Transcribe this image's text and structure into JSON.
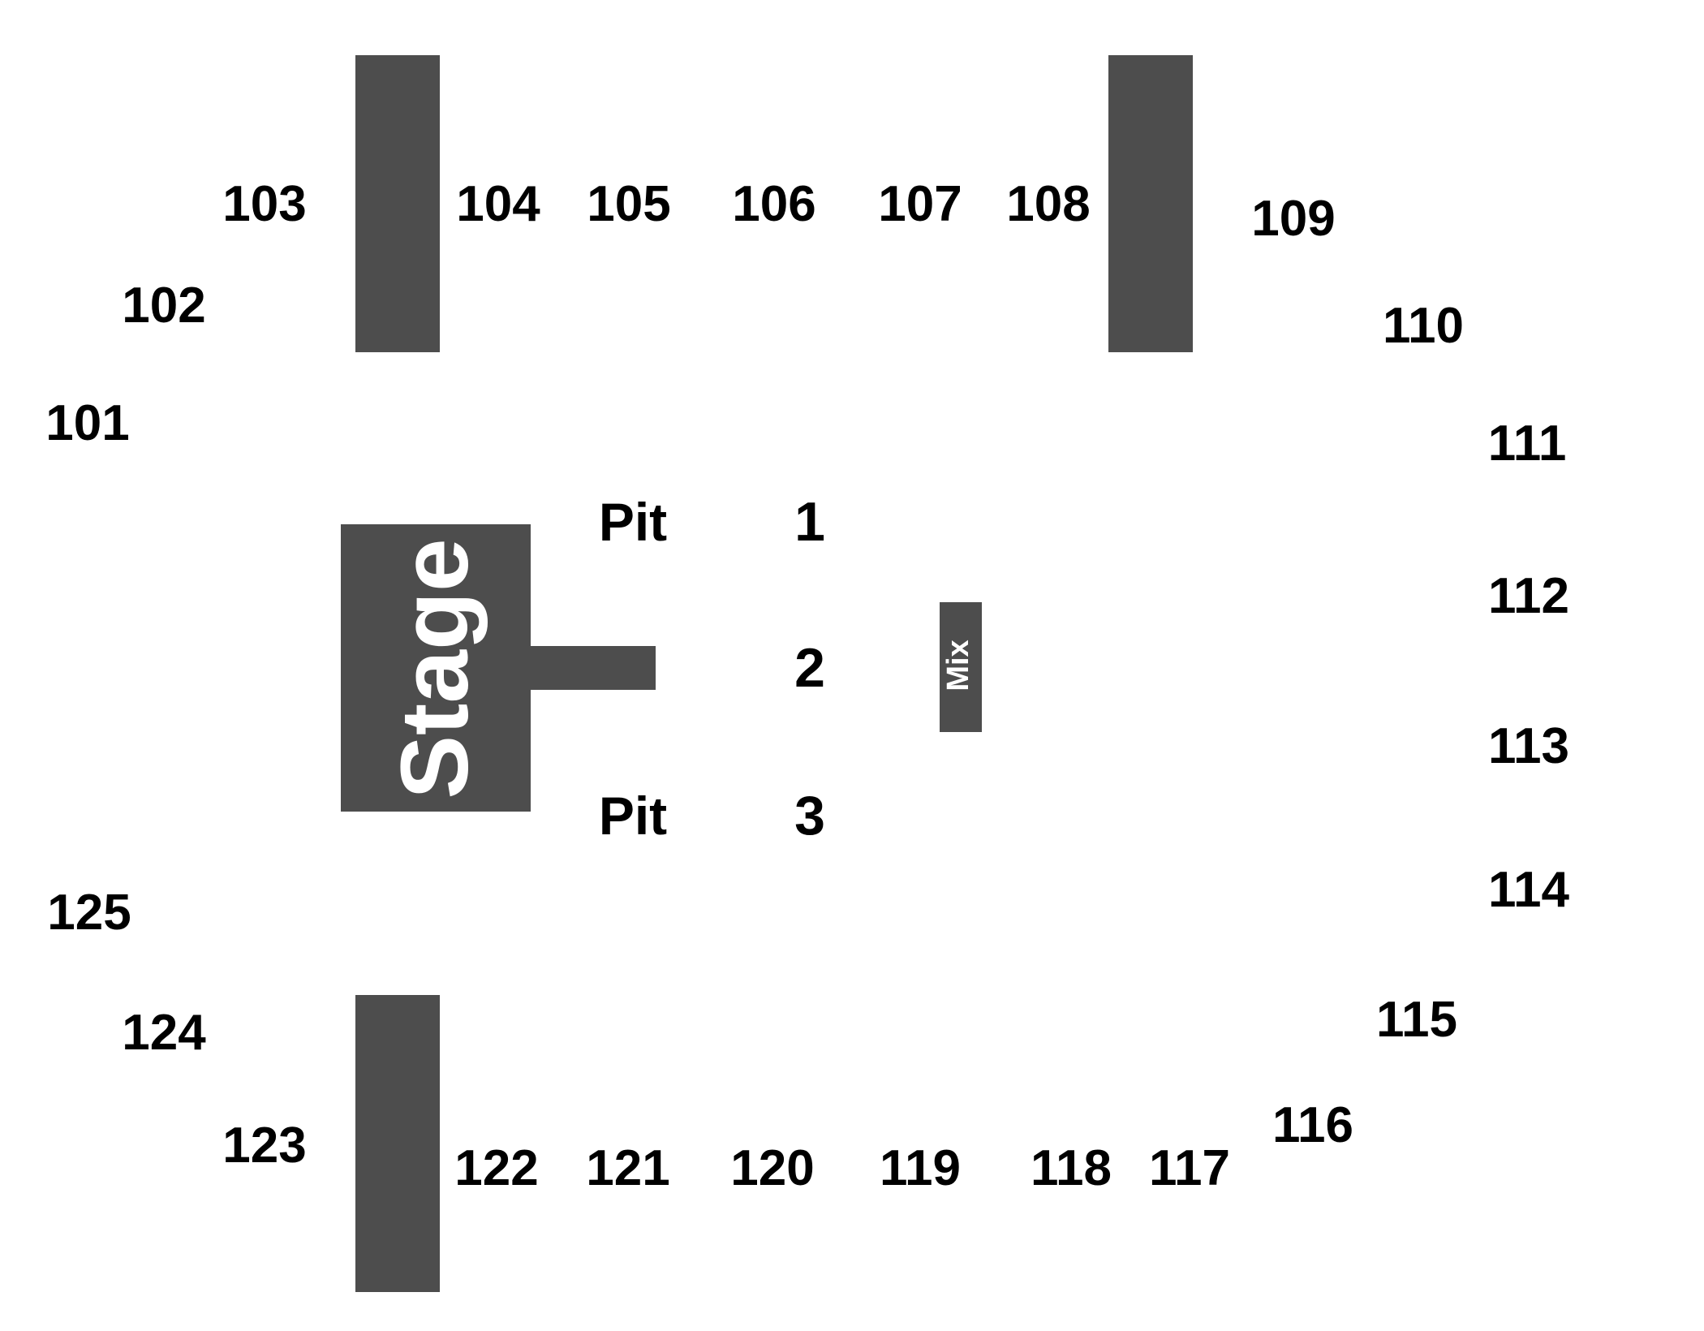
{
  "stage": {
    "label": "Stage"
  },
  "mix": {
    "label": "Mix"
  },
  "pit": {
    "word_top": "Pit",
    "word_bottom": "Pit",
    "sections": [
      "1",
      "2",
      "3"
    ]
  },
  "sections": {
    "s101": "101",
    "s102": "102",
    "s103": "103",
    "s104": "104",
    "s105": "105",
    "s106": "106",
    "s107": "107",
    "s108": "108",
    "s109": "109",
    "s110": "110",
    "s111": "111",
    "s112": "112",
    "s113": "113",
    "s114": "114",
    "s115": "115",
    "s116": "116",
    "s117": "117",
    "s118": "118",
    "s119": "119",
    "s120": "120",
    "s121": "121",
    "s122": "122",
    "s123": "123",
    "s124": "124",
    "s125": "125"
  },
  "colors": {
    "structure": "#4d4d4d",
    "label": "#000000",
    "background": "#ffffff"
  }
}
